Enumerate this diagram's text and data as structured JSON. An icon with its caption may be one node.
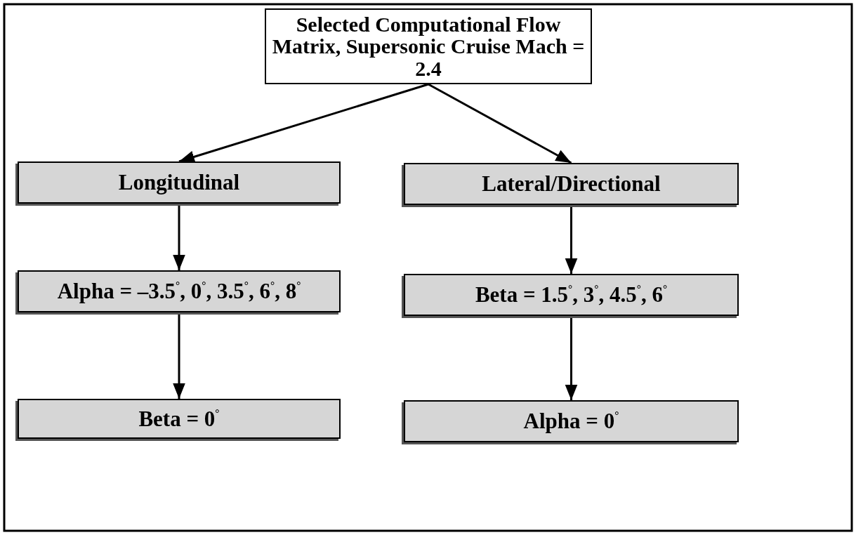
{
  "diagram": {
    "nodes": [
      {
        "text": [
          "Selected Computational Flow Matrix, Supersonic Cruise Mach = 2.4"
        ]
      },
      {
        "text": [
          "Longitudinal"
        ]
      },
      {
        "text": [
          "Lateral/Directional"
        ]
      },
      {
        "text": [
          "Alpha = –3.5$^{°}$, 0$^{°}$, 3.5$^{°}$, 6$^{°}$, 8$^{°}$"
        ]
      },
      {
        "text": [
          "Beta = 1.5$^{°}$, 3$^{°}$, 4.5$^{°}$, 6$^{°}$"
        ]
      },
      {
        "text": [
          "Beta = 0$^{°}$"
        ]
      },
      {
        "text": [
          "Alpha = 0$^{°}$"
        ]
      }
    ],
    "edges": [
      {
        "from": 0,
        "to": 1,
        "arrow": "to"
      },
      {
        "from": 0,
        "to": 2,
        "arrow": "to"
      },
      {
        "from": 1,
        "to": 3,
        "arrow": "to"
      },
      {
        "from": 2,
        "to": 4,
        "arrow": "to"
      },
      {
        "from": 3,
        "to": 5,
        "arrow": "to"
      },
      {
        "from": 4,
        "to": 6,
        "arrow": "to"
      }
    ]
  }
}
